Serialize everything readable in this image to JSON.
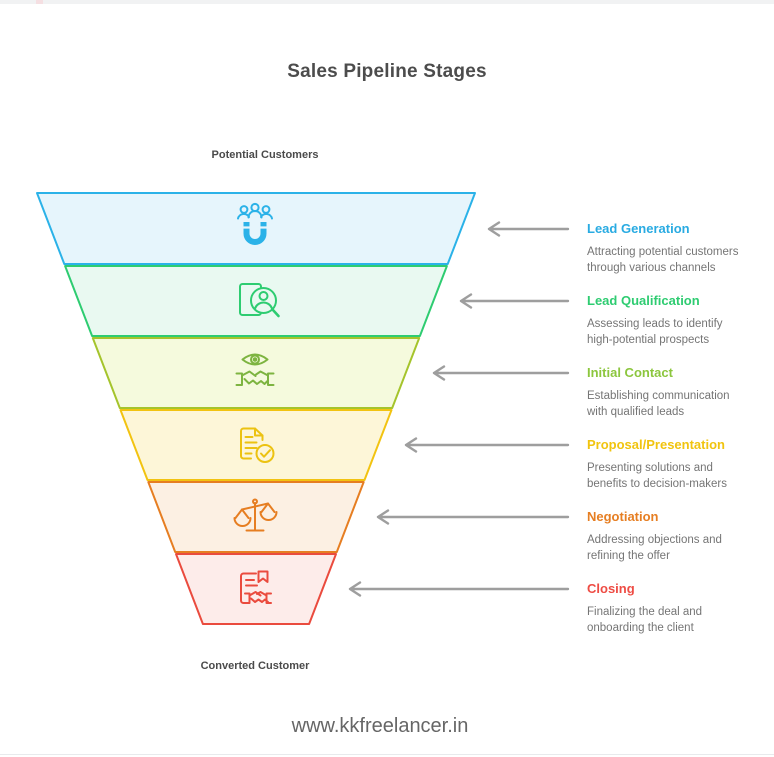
{
  "page": {
    "title": "Sales Pipeline Stages",
    "top_label": "Potential Customers",
    "bottom_label": "Converted Customer",
    "footer_url": "www.kkfreelancer.in"
  },
  "stages": [
    {
      "label": "Lead Generation",
      "description": "Attracting potential customers through various channels",
      "color": "#29abe2",
      "fill": "#e6f5fc",
      "icon": "magnet-attract-icon"
    },
    {
      "label": "Lead Qualification",
      "description": "Assessing leads to identify high-potential prospects",
      "color": "#2ecc71",
      "fill": "#e9f9f1",
      "icon": "profile-search-icon"
    },
    {
      "label": "Initial Contact",
      "description": "Establishing communication with qualified leads",
      "color": "#8cc63e",
      "fill": "#f5fadd",
      "icon": "handshake-eye-icon"
    },
    {
      "label": "Proposal/Presentation",
      "description": "Presenting solutions and benefits to decision-makers",
      "color": "#f1c40f",
      "fill": "#fdf6d8",
      "icon": "document-check-icon"
    },
    {
      "label": "Negotiation",
      "description": "Addressing objections and refining the offer",
      "color": "#e67e22",
      "fill": "#fcf0e3",
      "icon": "balance-scale-icon"
    },
    {
      "label": "Closing",
      "description": "Finalizing the deal and onboarding the client",
      "color": "#ee4c44",
      "fill": "#fdecea",
      "icon": "contract-handshake-icon"
    }
  ],
  "arrow_color": "#9e9e9e"
}
